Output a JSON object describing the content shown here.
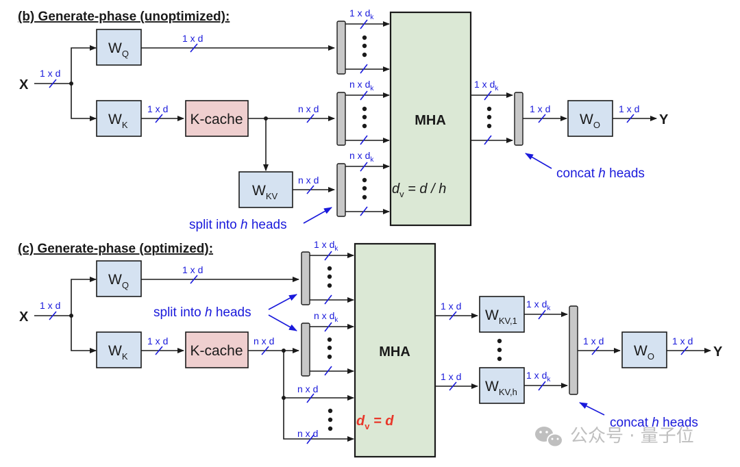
{
  "colors": {
    "weight_box": "#d5e2f1",
    "cache_box": "#efcfcf",
    "mha_box": "#dbe8d5",
    "split_bar": "#c8c8c8",
    "annotation": "#1a1adb",
    "highlight_red": "#e8372a"
  },
  "panel_b": {
    "title": "(b) Generate-phase (unoptimized)",
    "title_colon": ":",
    "input": "X",
    "output": "Y",
    "wq": {
      "main": "W",
      "sub": "Q"
    },
    "wk": {
      "main": "W",
      "sub": "K"
    },
    "wkv": {
      "main": "W",
      "sub": "KV"
    },
    "wo": {
      "main": "W",
      "sub": "O"
    },
    "kcache": "K-cache",
    "mha": "MHA",
    "dv_label": {
      "main": "d",
      "sub": "v",
      "rest": " = d / h"
    },
    "dims": {
      "x_in": "1 x d",
      "wq_out": "1 x d",
      "wk_out": "1 x d",
      "kcache_out": "n x d",
      "wkv_out": "n x d",
      "concat_out": "1 x d",
      "wo_out": "1 x d"
    },
    "head_dims": {
      "q": {
        "main": "1 x d",
        "sub": "k"
      },
      "k": {
        "main": "n x d",
        "sub": "k"
      },
      "v": {
        "main": "n x d",
        "sub": "k"
      },
      "out": {
        "main": "1 x d",
        "sub": "k"
      }
    },
    "split_annotation": {
      "pre": "split into ",
      "h": "h",
      "post": " heads"
    },
    "concat_annotation": {
      "pre": "concat ",
      "h": "h",
      "post": " heads"
    }
  },
  "panel_c": {
    "title": "(c) Generate-phase (optimized)",
    "title_colon": ":",
    "input": "X",
    "output": "Y",
    "wq": {
      "main": "W",
      "sub": "Q"
    },
    "wk": {
      "main": "W",
      "sub": "K"
    },
    "wkv1": {
      "main": "W",
      "sub": "KV,1"
    },
    "wkvh": {
      "main": "W",
      "sub": "KV,h"
    },
    "wo": {
      "main": "W",
      "sub": "O"
    },
    "kcache": "K-cache",
    "mha": "MHA",
    "dv_label": {
      "main": "d",
      "sub": "v",
      "rest": " = d"
    },
    "dims": {
      "x_in": "1 x d",
      "wq_out": "1 x d",
      "wk_out": "1 x d",
      "kcache_out": "n x d",
      "v1": "n x d",
      "vh": "n x d",
      "mha_out1": "1 x d",
      "mha_outh": "1 x d",
      "concat_out": "1 x d",
      "wo_out": "1 x d"
    },
    "head_dims": {
      "q": {
        "main": "1 x d",
        "sub": "k"
      },
      "k": {
        "main": "n x d",
        "sub": "k"
      },
      "wkv1_out": {
        "main": "1 x d",
        "sub": "k"
      },
      "wkvh_out": {
        "main": "1 x d",
        "sub": "k"
      }
    },
    "split_annotation": {
      "pre": "split into ",
      "h": "h",
      "post": " heads"
    },
    "concat_annotation": {
      "pre": "concat ",
      "h": "h",
      "post": " heads"
    }
  },
  "watermark": {
    "icon": "wechat-icon",
    "text": "公众号 · 量子位"
  }
}
